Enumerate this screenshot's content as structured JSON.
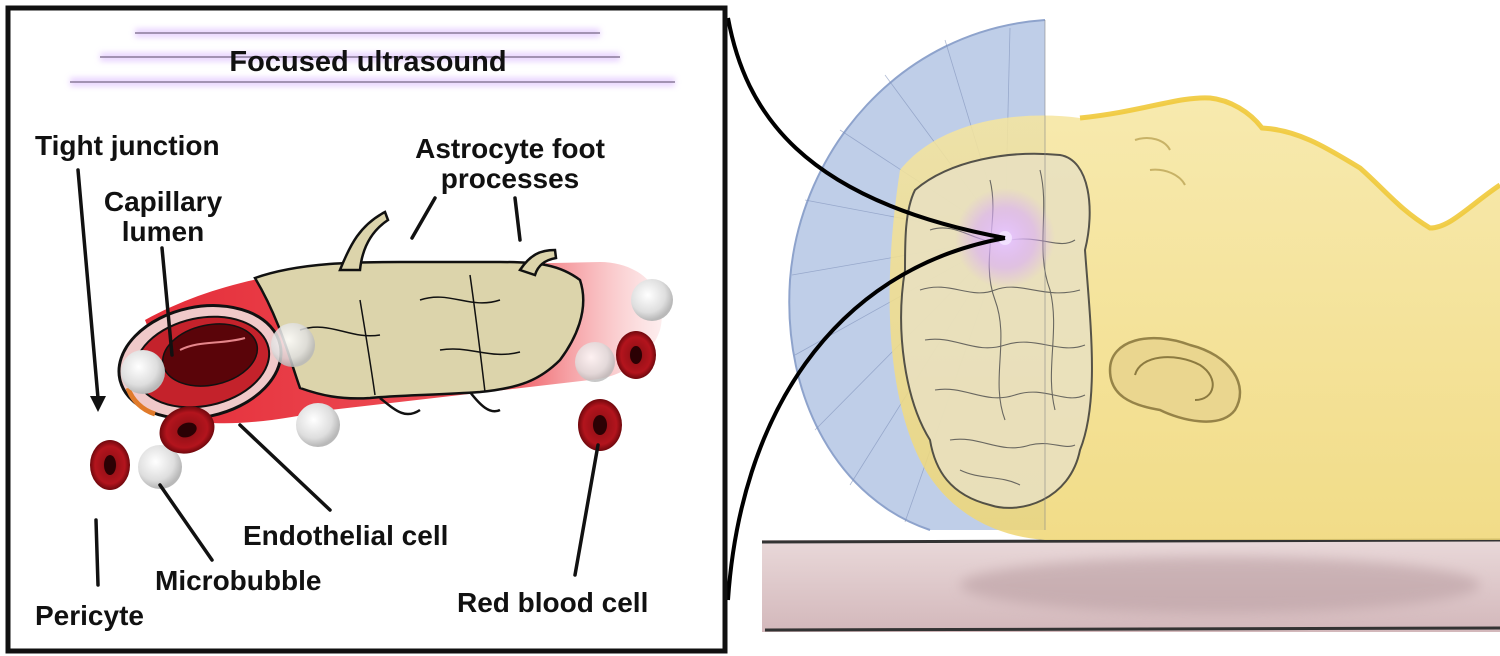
{
  "title": "Focused ultrasound",
  "labels": {
    "tight_junction": "Tight junction",
    "capillary_lumen_line1": "Capillary",
    "capillary_lumen_line2": "lumen",
    "astrocyte_line1": "Astrocyte foot",
    "astrocyte_line2": "processes",
    "endothelial_cell": "Endothelial cell",
    "microbubble": "Microbubble",
    "pericyte": "Pericyte",
    "red_blood_cell": "Red blood cell"
  },
  "colors": {
    "ultrasound_glow": "#c9a3f0",
    "vessel_red": "#d21c28",
    "rbc_dark": "#8e0e14",
    "astrocyte_tan": "#d9d1a8",
    "head_yellow": "#f1d774",
    "transducer_blue": "#a9bde0",
    "table_pink": "#d9bfc2"
  }
}
